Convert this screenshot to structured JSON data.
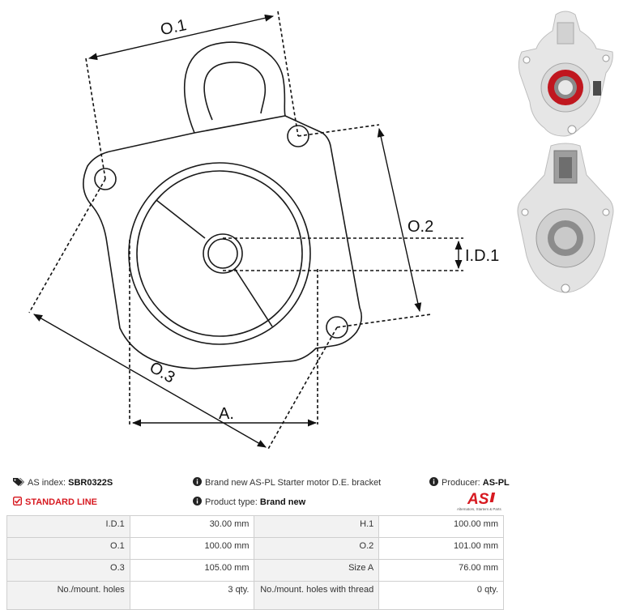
{
  "drawing": {
    "labels": {
      "o1": "O.1",
      "o2": "O.2",
      "o3": "O.3",
      "id1": "I.D.1",
      "a": "A."
    }
  },
  "info": {
    "index_label": "AS index:",
    "index_value": "SBR0322S",
    "description": "Brand new AS-PL Starter motor D.E. bracket",
    "producer_label": "Producer:",
    "producer_value": "AS-PL",
    "line": "STANDARD LINE",
    "product_type_label": "Product type:",
    "product_type_value": "Brand new",
    "logo_text": "AS",
    "logo_caption": "Alternators, Starters & Parts"
  },
  "specs": [
    [
      "I.D.1",
      "30.00 mm",
      "H.1",
      "100.00 mm"
    ],
    [
      "O.1",
      "100.00 mm",
      "O.2",
      "101.00 mm"
    ],
    [
      "O.3",
      "105.00 mm",
      "Size A",
      "76.00 mm"
    ],
    [
      "No./mount. holes",
      "3 qty.",
      "No./mount. holes with thread",
      "0 qty."
    ]
  ],
  "colors": {
    "accent": "#d71920",
    "table_header_bg": "#f2f2f2",
    "border": "#cfcfcf"
  }
}
